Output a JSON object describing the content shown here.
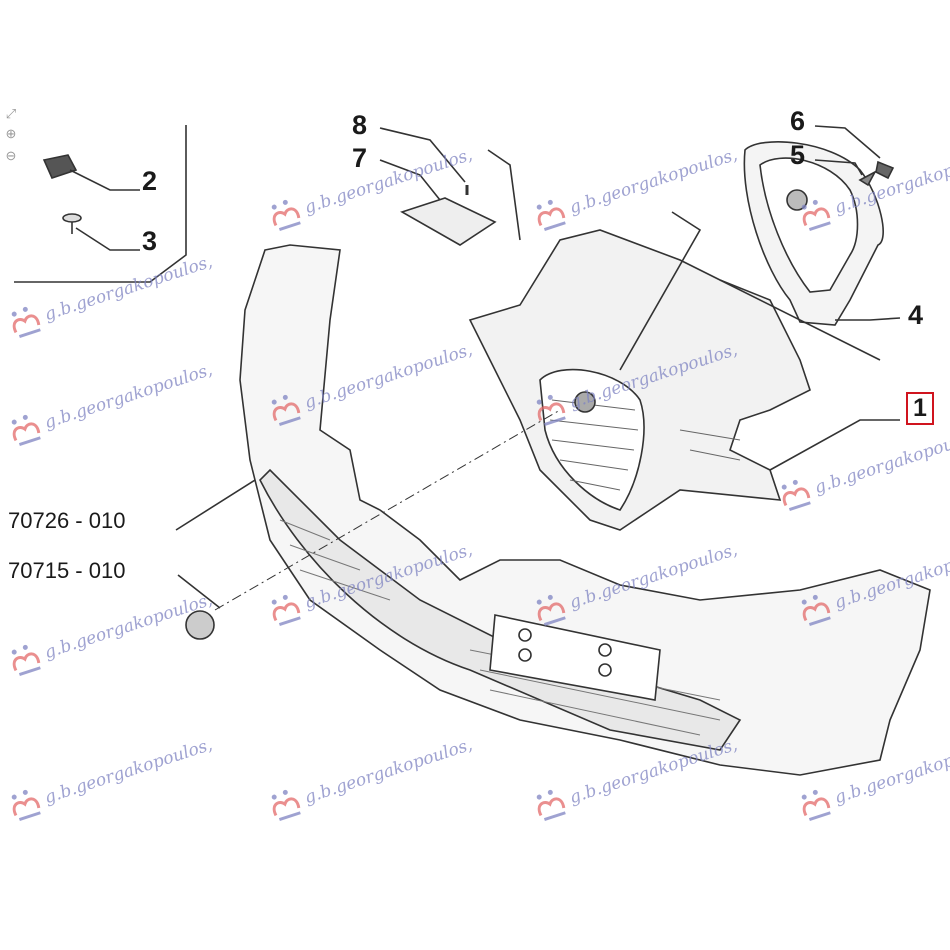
{
  "toolbar": {
    "fit": "⤢",
    "zoom_in": "⊕",
    "zoom_out": "⊖"
  },
  "callouts": {
    "c1": "1",
    "c2": "2",
    "c3": "3",
    "c4": "4",
    "c5": "5",
    "c6": "6",
    "c7": "7",
    "c8": "8"
  },
  "part_codes": {
    "grille_assembly": "70726 - 010",
    "emblem": "70715 - 010"
  },
  "watermark": {
    "text": "g.b.georgakopoulos,"
  },
  "colors": {
    "highlight_box": "#d0141e",
    "watermark_text": "#7f84c2",
    "watermark_logo": "#e36a6a"
  }
}
